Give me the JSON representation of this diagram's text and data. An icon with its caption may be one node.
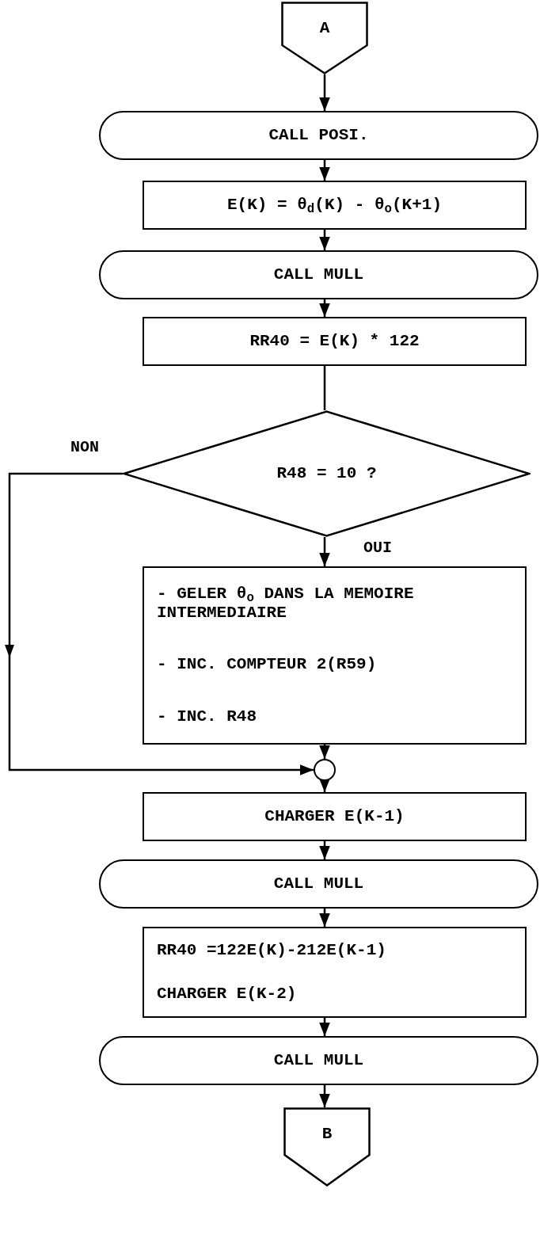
{
  "diagram": {
    "nodes": [
      {
        "text": [
          "A"
        ]
      },
      {
        "text": [
          "CALL POSI."
        ]
      },
      {
        "text": [
          "E(K) =  θ$_{d}$(K) - θ$_{o}$(K+1)"
        ]
      },
      {
        "text": [
          "CALL MULL"
        ]
      },
      {
        "text": [
          "RR40 = E(K) * 122"
        ]
      },
      {
        "text": [
          "R48 =  10 ?"
        ]
      },
      {
        "text": [
          "- GELER θ$_{o}$ DANS LA MEMOIRE INTERMEDIAIRE",
          "- INC. COMPTEUR 2(R59)",
          "- INC. R48"
        ]
      },
      {
        "text": [],
        "shape": "circle"
      },
      {
        "text": [
          "CHARGER E(K-1)"
        ]
      },
      {
        "text": [
          "CALL MULL"
        ]
      },
      {
        "text": [
          "RR40 =122E(K)-212E(K-1)",
          "CHARGER E(K-2)"
        ]
      },
      {
        "text": [
          "CALL MULL"
        ]
      },
      {
        "text": [
          "B"
        ]
      }
    ],
    "edges": [
      {
        "from": 0,
        "to": 1,
        "arrow": "to"
      },
      {
        "from": 1,
        "to": 2,
        "arrow": "to"
      },
      {
        "from": 2,
        "to": 3,
        "arrow": "to"
      },
      {
        "from": 3,
        "to": 4,
        "arrow": "to"
      },
      {
        "from": 4,
        "to": 5,
        "arrow": "none"
      },
      {
        "from": 5,
        "to": 6,
        "arrow": "to",
        "label": "OUI"
      },
      {
        "from": 5,
        "to": 7,
        "arrow": "to",
        "label": "NON"
      },
      {
        "from": 6,
        "to": 7,
        "arrow": "to"
      },
      {
        "from": 7,
        "to": 8,
        "arrow": "to"
      },
      {
        "from": 8,
        "to": 9,
        "arrow": "to"
      },
      {
        "from": 9,
        "to": 10,
        "arrow": "to"
      },
      {
        "from": 10,
        "to": 11,
        "arrow": "to"
      },
      {
        "from": 11,
        "to": 12,
        "arrow": "to"
      }
    ]
  }
}
